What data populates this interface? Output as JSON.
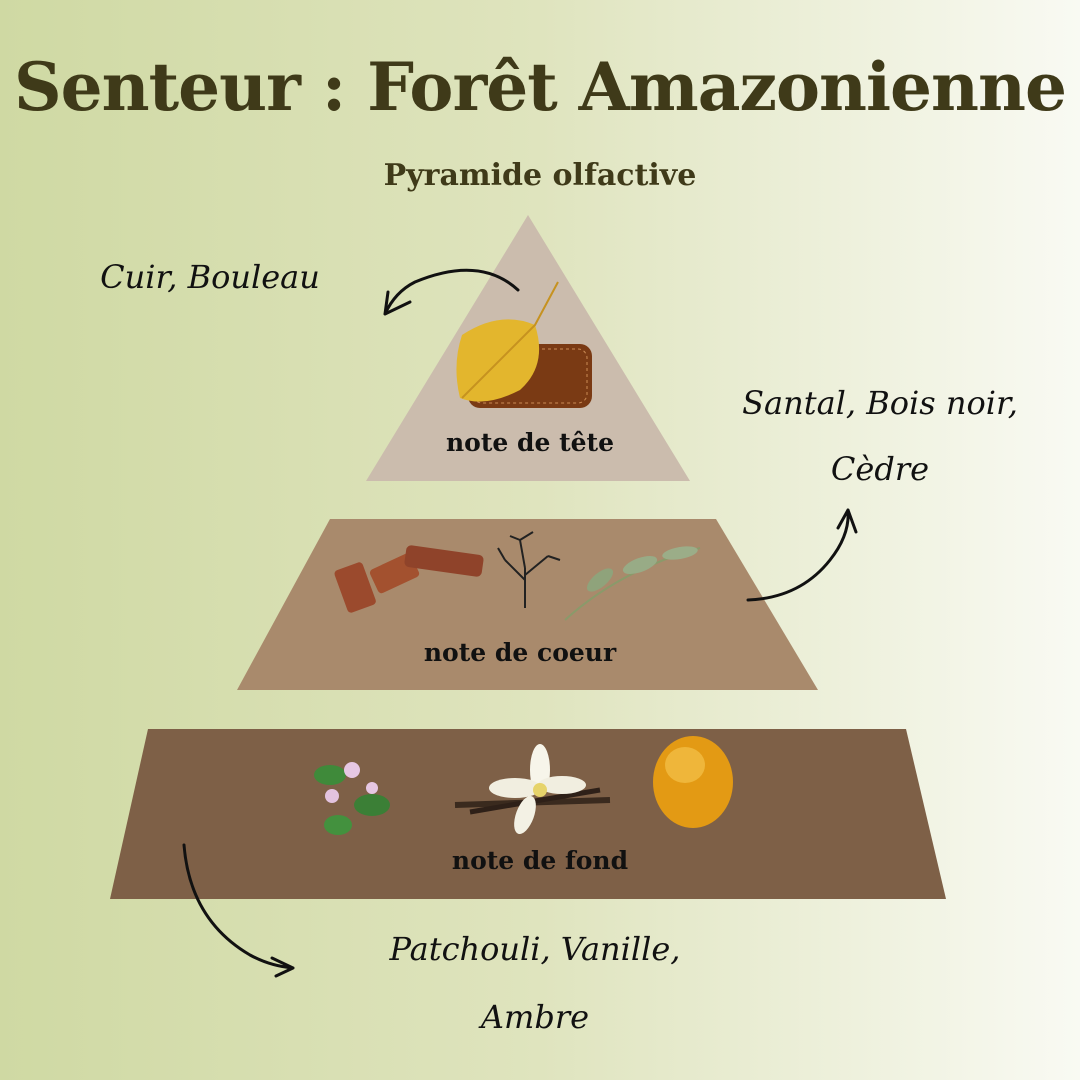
{
  "title": "Senteur : Forêt Amazonienne",
  "subtitle": "Pyramide olfactive",
  "tiers": [
    {
      "label": "note de tête",
      "ingredients": "Cuir, Bouleau",
      "color": "#cbbcad"
    },
    {
      "label": "note de coeur",
      "ingredients_line1": "Santal, Bois noir,",
      "ingredients_line2": "Cèdre",
      "color": "#a98a6c"
    },
    {
      "label": "note de fond",
      "ingredients_line1": "Patchouli, Vanille,",
      "ingredients_line2": "Ambre",
      "color": "#7e6047"
    }
  ]
}
